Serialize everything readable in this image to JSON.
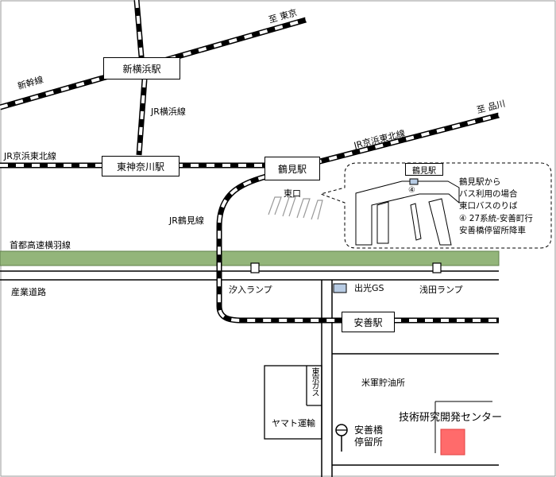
{
  "colors": {
    "expressway_fill": "#93b57a",
    "expressway_edge": "#5f7f4a",
    "gas_station": "#b8cce4",
    "center_marker": "#ff6b6b",
    "rail_dark": "#000000",
    "rail_light": "#ffffff"
  },
  "stations": {
    "shin_yokohama": "新横浜駅",
    "higashi_kanagawa": "東神奈川駅",
    "tsurumi": "鶴見駅",
    "anzen": "安善駅"
  },
  "rail_lines": {
    "shinkansen": "新幹線",
    "to_tokyo": "至 東京",
    "jr_yokohama": "JR横浜線",
    "jr_keihin_tohoku_west": "JR京浜東北線",
    "jr_keihin_tohoku_east": "JR京浜東北線",
    "to_shinagawa": "至 品川",
    "jr_tsurumi": "JR鶴見線"
  },
  "roads": {
    "expressway": "首都高速横羽線",
    "sangyo_road": "産業道路",
    "shionyu_ramp": "汐入ランプ",
    "asada_ramp": "浅田ランプ"
  },
  "places": {
    "east_exit": "東口",
    "idemitsu_gs": "出光GS",
    "us_army_depot": "米軍貯油所",
    "tokyo_gas": "東京ガス",
    "yamato": "ヤマト運輸",
    "anzenbashi_stop_1": "安善橋",
    "anzenbashi_stop_2": "停留所",
    "rd_center": "技術研究開発センター"
  },
  "callout": {
    "station_label": "鶴見駅",
    "stop_number": "④",
    "lines": [
      "鶴見駅から",
      "バス利用の場合",
      "東口バスのりば",
      "④ 27系統-安善町行",
      "安善橋停留所降車"
    ]
  }
}
